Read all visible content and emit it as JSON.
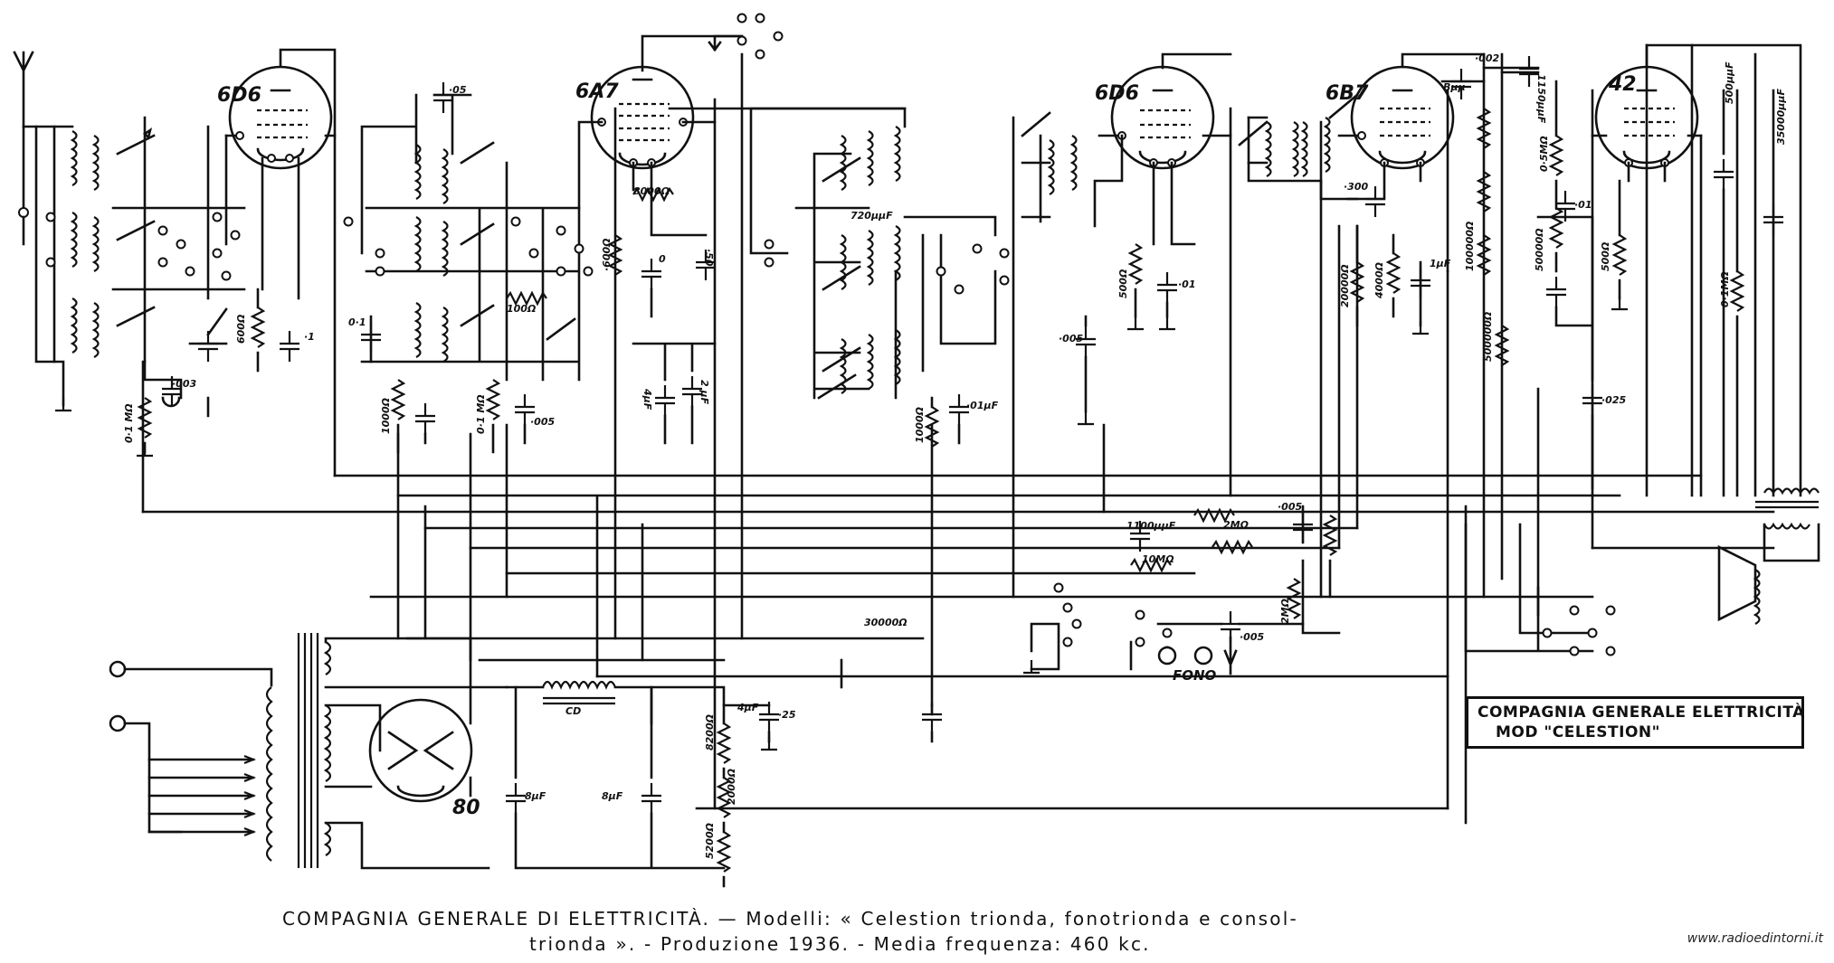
{
  "tubes": [
    "6D6",
    "6A7",
    "6D6",
    "6B7",
    "42",
    "80"
  ],
  "component_labels": [
    "·05",
    "600Ω",
    "·1",
    "·003",
    "0·1",
    "0·1 MΩ",
    "1000Ω",
    "·005",
    "0·1 MΩ",
    "100Ω",
    "0",
    "·50",
    "·600Ω",
    "8000Ω",
    "4μF",
    "2 μF",
    "720μμF",
    "·01μF",
    "1000Ω",
    "500Ω",
    "·005",
    "·01",
    "Bμμ",
    "·300",
    "·002",
    "1150μμF",
    "0·5MΩ",
    "50000Ω",
    "·01",
    "500Ω",
    "500μμF",
    "35000μμF",
    "0·1MΩ",
    "·025",
    "20000Ω",
    "4000Ω",
    "100000Ω",
    "1μF",
    "500000Ω",
    "1100μμF",
    "2MΩ",
    "·005",
    "10MΩ",
    "2MΩ",
    "·005",
    "30000Ω",
    "4μF",
    "CD",
    "·25",
    "8μF",
    "8μF",
    "8200Ω",
    "2000Ω",
    "5200Ω"
  ],
  "fono_label": "FONO",
  "legend": {
    "line1": "COMPAGNIA GENERALE ELETTRICITÀ",
    "line2": "MOD \"CELESTION\""
  },
  "caption": {
    "line1": "COMPAGNIA GENERALE DI ELETTRICITÀ. — Modelli: « Celestion trionda, fonotrionda e consol-",
    "line2": "trionda ». - Produzione 1936. - Media frequenza: 460 kc."
  },
  "watermark": "www.radioedintorni.it"
}
